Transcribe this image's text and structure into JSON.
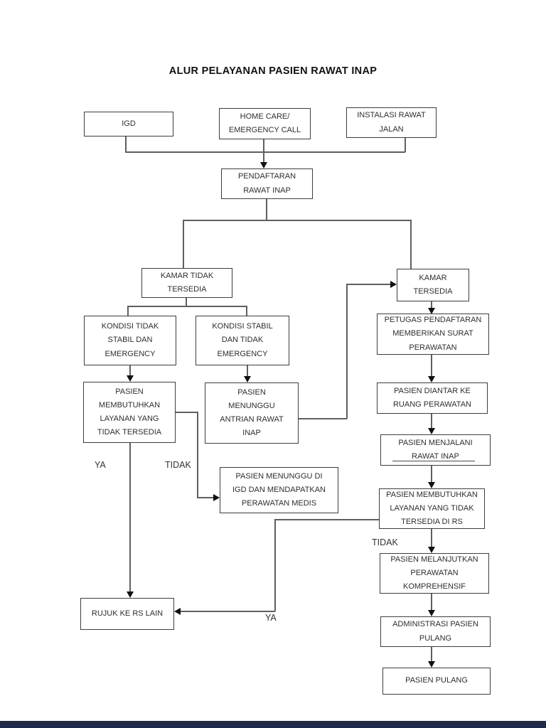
{
  "page": {
    "title": "ALUR PELAYANAN PASIEN RAWAT INAP"
  },
  "colors": {
    "box_border": "#3d3d3d",
    "connector_line": "#5f5f5f",
    "text": "#2e2e2e",
    "footer_bar": "#1d2b4d"
  },
  "labels": {
    "ya_left": "YA",
    "tidak_left": "TIDAK",
    "tidak_right": "TIDAK",
    "ya_bottom": "YA"
  },
  "nodes": {
    "igd": {
      "label": "IGD"
    },
    "home_care": {
      "label": "HOME CARE/\nEMERGENCY CALL"
    },
    "instalasi": {
      "label": "INSTALASI RAWAT\nJALAN"
    },
    "pendaftaran": {
      "label": "PENDAFTARAN\nRAWAT INAP"
    },
    "kamar_tidak_tersedia": {
      "label": "KAMAR TIDAK\nTERSEDIA"
    },
    "kamar_tersedia": {
      "label": "KAMAR\nTERSEDIA"
    },
    "kondisi_tidak_stabil": {
      "label": "KONDISI TIDAK\nSTABIL DAN\nEMERGENCY"
    },
    "kondisi_stabil": {
      "label": "KONDISI STABIL\nDAN TIDAK\nEMERGENCY"
    },
    "pasien_membutuhkan": {
      "label": "PASIEN\nMEMBUTUHKAN\nLAYANAN YANG\nTIDAK TERSEDIA"
    },
    "pasien_menunggu_antrian": {
      "label": "PASIEN\nMENUNGGU\nANTRIAN RAWAT\nINAP"
    },
    "pasien_menunggu_igd": {
      "label": "PASIEN MENUNGGU DI\nIGD DAN MENDAPATKAN\nPERAWATAN MEDIS"
    },
    "petugas_pendaftaran": {
      "label": "PETUGAS PENDAFTARAN\nMEMBERIKAN SURAT\nPERAWATAN"
    },
    "pasien_diantar": {
      "label": "PASIEN DIANTAR KE\nRUANG PERAWATAN"
    },
    "pasien_menjalani": {
      "label": "PASIEN MENJALANI\nRAWAT INAP"
    },
    "pasien_membutuhkan_rs": {
      "label": "PASIEN MEMBUTUHKAN\nLAYANAN YANG TIDAK\nTERSEDIA DI RS"
    },
    "pasien_melanjutkan": {
      "label": "PASIEN MELANJUTKAN\nPERAWATAN\nKOMPREHENSIF"
    },
    "administrasi": {
      "label": "ADMINISTRASI PASIEN\nPULANG"
    },
    "pasien_pulang": {
      "label": "PASIEN PULANG"
    },
    "rujuk": {
      "label": "RUJUK KE RS LAIN"
    }
  }
}
